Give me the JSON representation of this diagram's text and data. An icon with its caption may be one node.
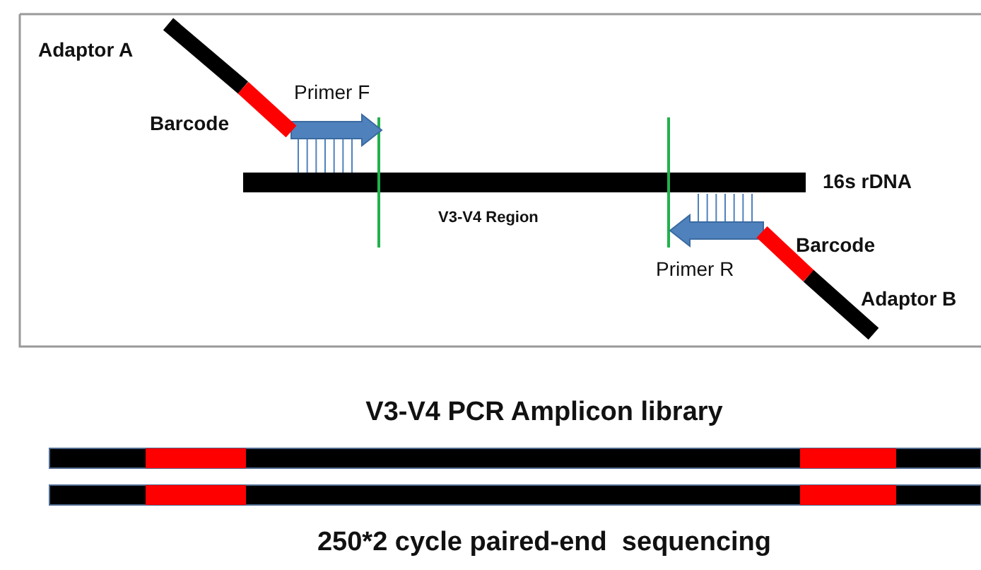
{
  "diagram": {
    "labels": [
      "Adaptor A",
      "Primer F",
      "Barcode",
      "16s rDNA",
      "V3-V4 Region",
      "Barcode",
      "Primer R",
      "Adaptor B",
      "V3-V4 PCR Amplicon library",
      "250*2 cycle paired-end  sequencing"
    ]
  }
}
